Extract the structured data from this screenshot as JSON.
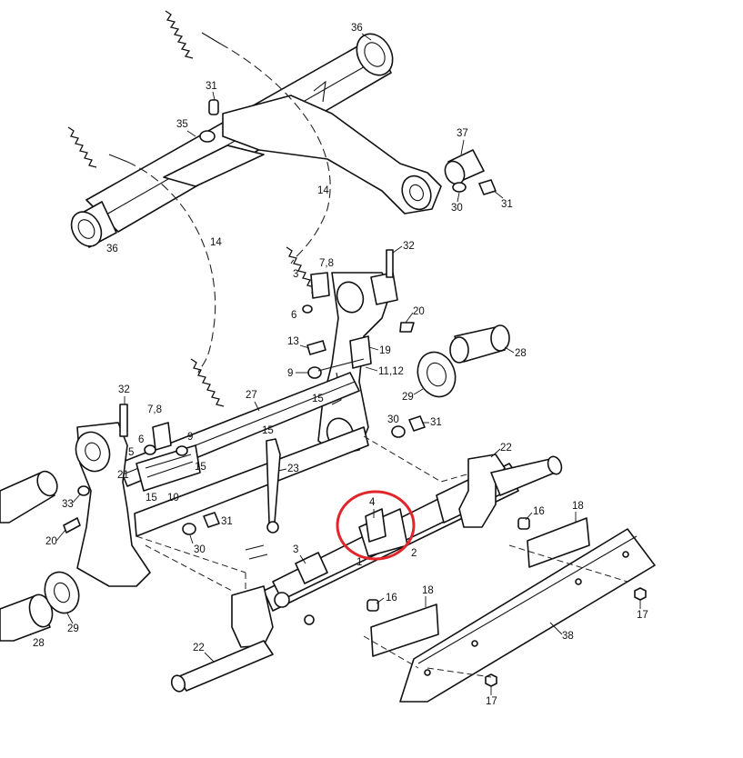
{
  "labels": {
    "l36a": "36",
    "l36b": "36",
    "l31a": "31",
    "l31b": "31",
    "l31c": "31",
    "l31d": "31",
    "l35": "35",
    "l37": "37",
    "l30a": "30",
    "l30b": "30",
    "l30c": "30",
    "l14a": "14",
    "l14b": "14",
    "l3": "3",
    "l32a": "32",
    "l32b": "32",
    "l78a": "7,8",
    "l78b": "7,8",
    "l6a": "6",
    "l6b": "6",
    "l20a": "20",
    "l20b": "20",
    "l13": "13",
    "l19": "19",
    "l28a": "28",
    "l28b": "28",
    "l9a": "9",
    "l9b": "9",
    "l1112": "11,12",
    "l15a": "15",
    "l15b": "15",
    "l15c": "15",
    "l15d": "15",
    "l29a": "29",
    "l29b": "29",
    "l27": "27",
    "l5": "5",
    "l21": "21",
    "l10": "10",
    "l23": "23",
    "l22a": "22",
    "l22b": "22",
    "l33": "33",
    "l4": "4",
    "l2": "2",
    "l1": "1",
    "l16a": "16",
    "l16b": "16",
    "l18a": "18",
    "l18b": "18",
    "l17a": "17",
    "l17b": "17",
    "l38": "38"
  },
  "highlight": {
    "part": "4",
    "color": "#e0262a"
  }
}
